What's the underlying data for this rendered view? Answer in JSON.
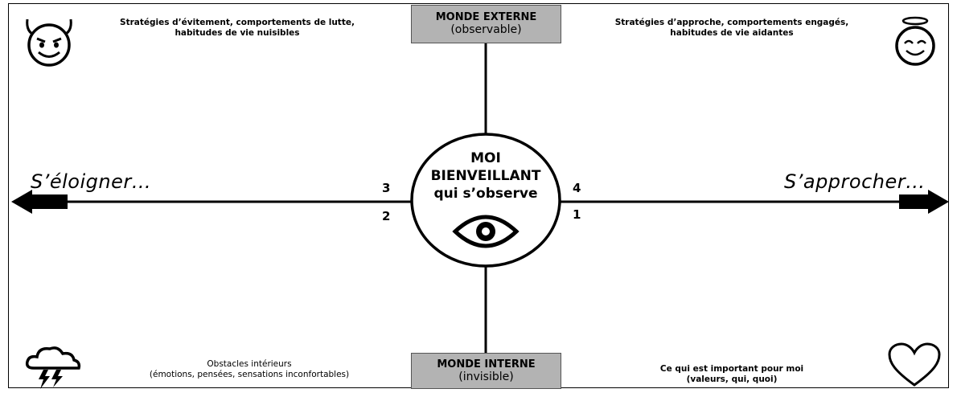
{
  "diagram": {
    "top_box": {
      "title": "MONDE EXTERNE",
      "subtitle": "(observable)"
    },
    "bottom_box": {
      "title": "MONDE INTERNE",
      "subtitle": "(invisible)"
    },
    "center": {
      "line1": "MOI",
      "line2": "BIENVEILLANT",
      "line3": "qui s’observe"
    },
    "left_label": "S’éloigner…",
    "right_label": "S’approcher…",
    "quadrant_numbers": {
      "top_left": "3",
      "bottom_left": "2",
      "top_right": "4",
      "bottom_right": "1"
    },
    "top_left_text": {
      "line1": "Stratégies d’évitement, comportements de lutte,",
      "line2": "habitudes de vie nuisibles"
    },
    "top_right_text": {
      "line1": "Stratégies d’approche, comportements engagés,",
      "line2": "habitudes de vie aidantes"
    },
    "bottom_left_text": {
      "line1": "Obstacles intérieurs",
      "line2": "(émotions, pensées, sensations inconfortables)"
    },
    "bottom_right_text": {
      "line1": "Ce qui est important pour moi",
      "line2": "(valeurs, qui, quoi)"
    },
    "icons": {
      "top_left": "devil-face-icon",
      "top_right": "angel-face-icon",
      "bottom_left": "storm-cloud-icon",
      "bottom_right": "heart-icon",
      "center": "eye-icon"
    }
  }
}
